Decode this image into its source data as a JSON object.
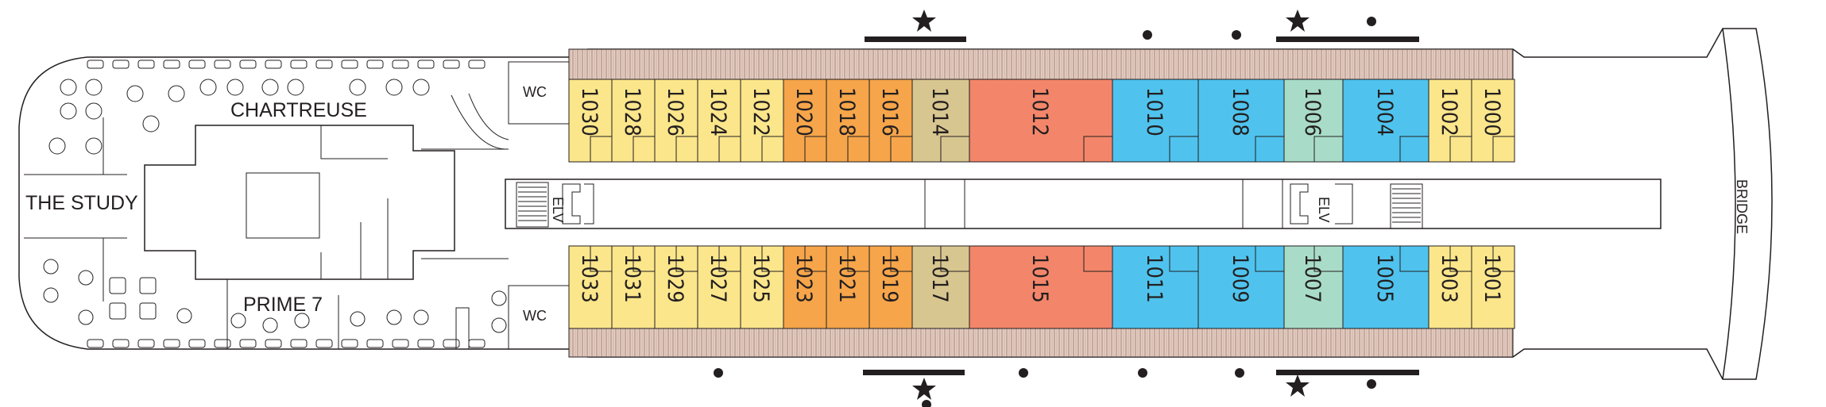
{
  "deck": {
    "venues": {
      "chartreuse": "CHARTREUSE",
      "the_study": "THE STUDY",
      "prime7": "PRIME 7",
      "bridge": "BRIDGE"
    },
    "facilities": {
      "wc": "WC",
      "elevator": "ELV"
    },
    "colors": {
      "yellow": "#fbe68b",
      "orange": "#f6a54a",
      "tan": "#d8c690",
      "salmon": "#f3866a",
      "blue": "#4fc3ee",
      "mint": "#a8dcc8",
      "deck_wood": "#dcc0b3"
    },
    "top_cabins": [
      {
        "num": "1030",
        "cat": "yellow"
      },
      {
        "num": "1028",
        "cat": "yellow"
      },
      {
        "num": "1026",
        "cat": "yellow"
      },
      {
        "num": "1024",
        "cat": "yellow"
      },
      {
        "num": "1022",
        "cat": "yellow"
      },
      {
        "num": "1020",
        "cat": "orange"
      },
      {
        "num": "1018",
        "cat": "orange"
      },
      {
        "num": "1016",
        "cat": "orange"
      },
      {
        "num": "1014",
        "cat": "tan"
      },
      {
        "num": "1012",
        "cat": "salmon"
      },
      {
        "num": "1010",
        "cat": "blue"
      },
      {
        "num": "1008",
        "cat": "blue"
      },
      {
        "num": "1006",
        "cat": "mint"
      },
      {
        "num": "1004",
        "cat": "blue"
      },
      {
        "num": "1002",
        "cat": "yellow"
      },
      {
        "num": "1000",
        "cat": "yellow"
      }
    ],
    "bottom_cabins": [
      {
        "num": "1033",
        "cat": "yellow"
      },
      {
        "num": "1031",
        "cat": "yellow"
      },
      {
        "num": "1029",
        "cat": "yellow"
      },
      {
        "num": "1027",
        "cat": "yellow"
      },
      {
        "num": "1025",
        "cat": "yellow"
      },
      {
        "num": "1023",
        "cat": "orange"
      },
      {
        "num": "1021",
        "cat": "orange"
      },
      {
        "num": "1019",
        "cat": "orange"
      },
      {
        "num": "1017",
        "cat": "tan"
      },
      {
        "num": "1015",
        "cat": "salmon"
      },
      {
        "num": "1011",
        "cat": "blue"
      },
      {
        "num": "1009",
        "cat": "blue"
      },
      {
        "num": "1007",
        "cat": "mint"
      },
      {
        "num": "1005",
        "cat": "blue"
      },
      {
        "num": "1003",
        "cat": "yellow"
      },
      {
        "num": "1001",
        "cat": "yellow"
      }
    ],
    "legend_icons": [
      "star-icon",
      "dot-icon",
      "bar-icon"
    ]
  }
}
